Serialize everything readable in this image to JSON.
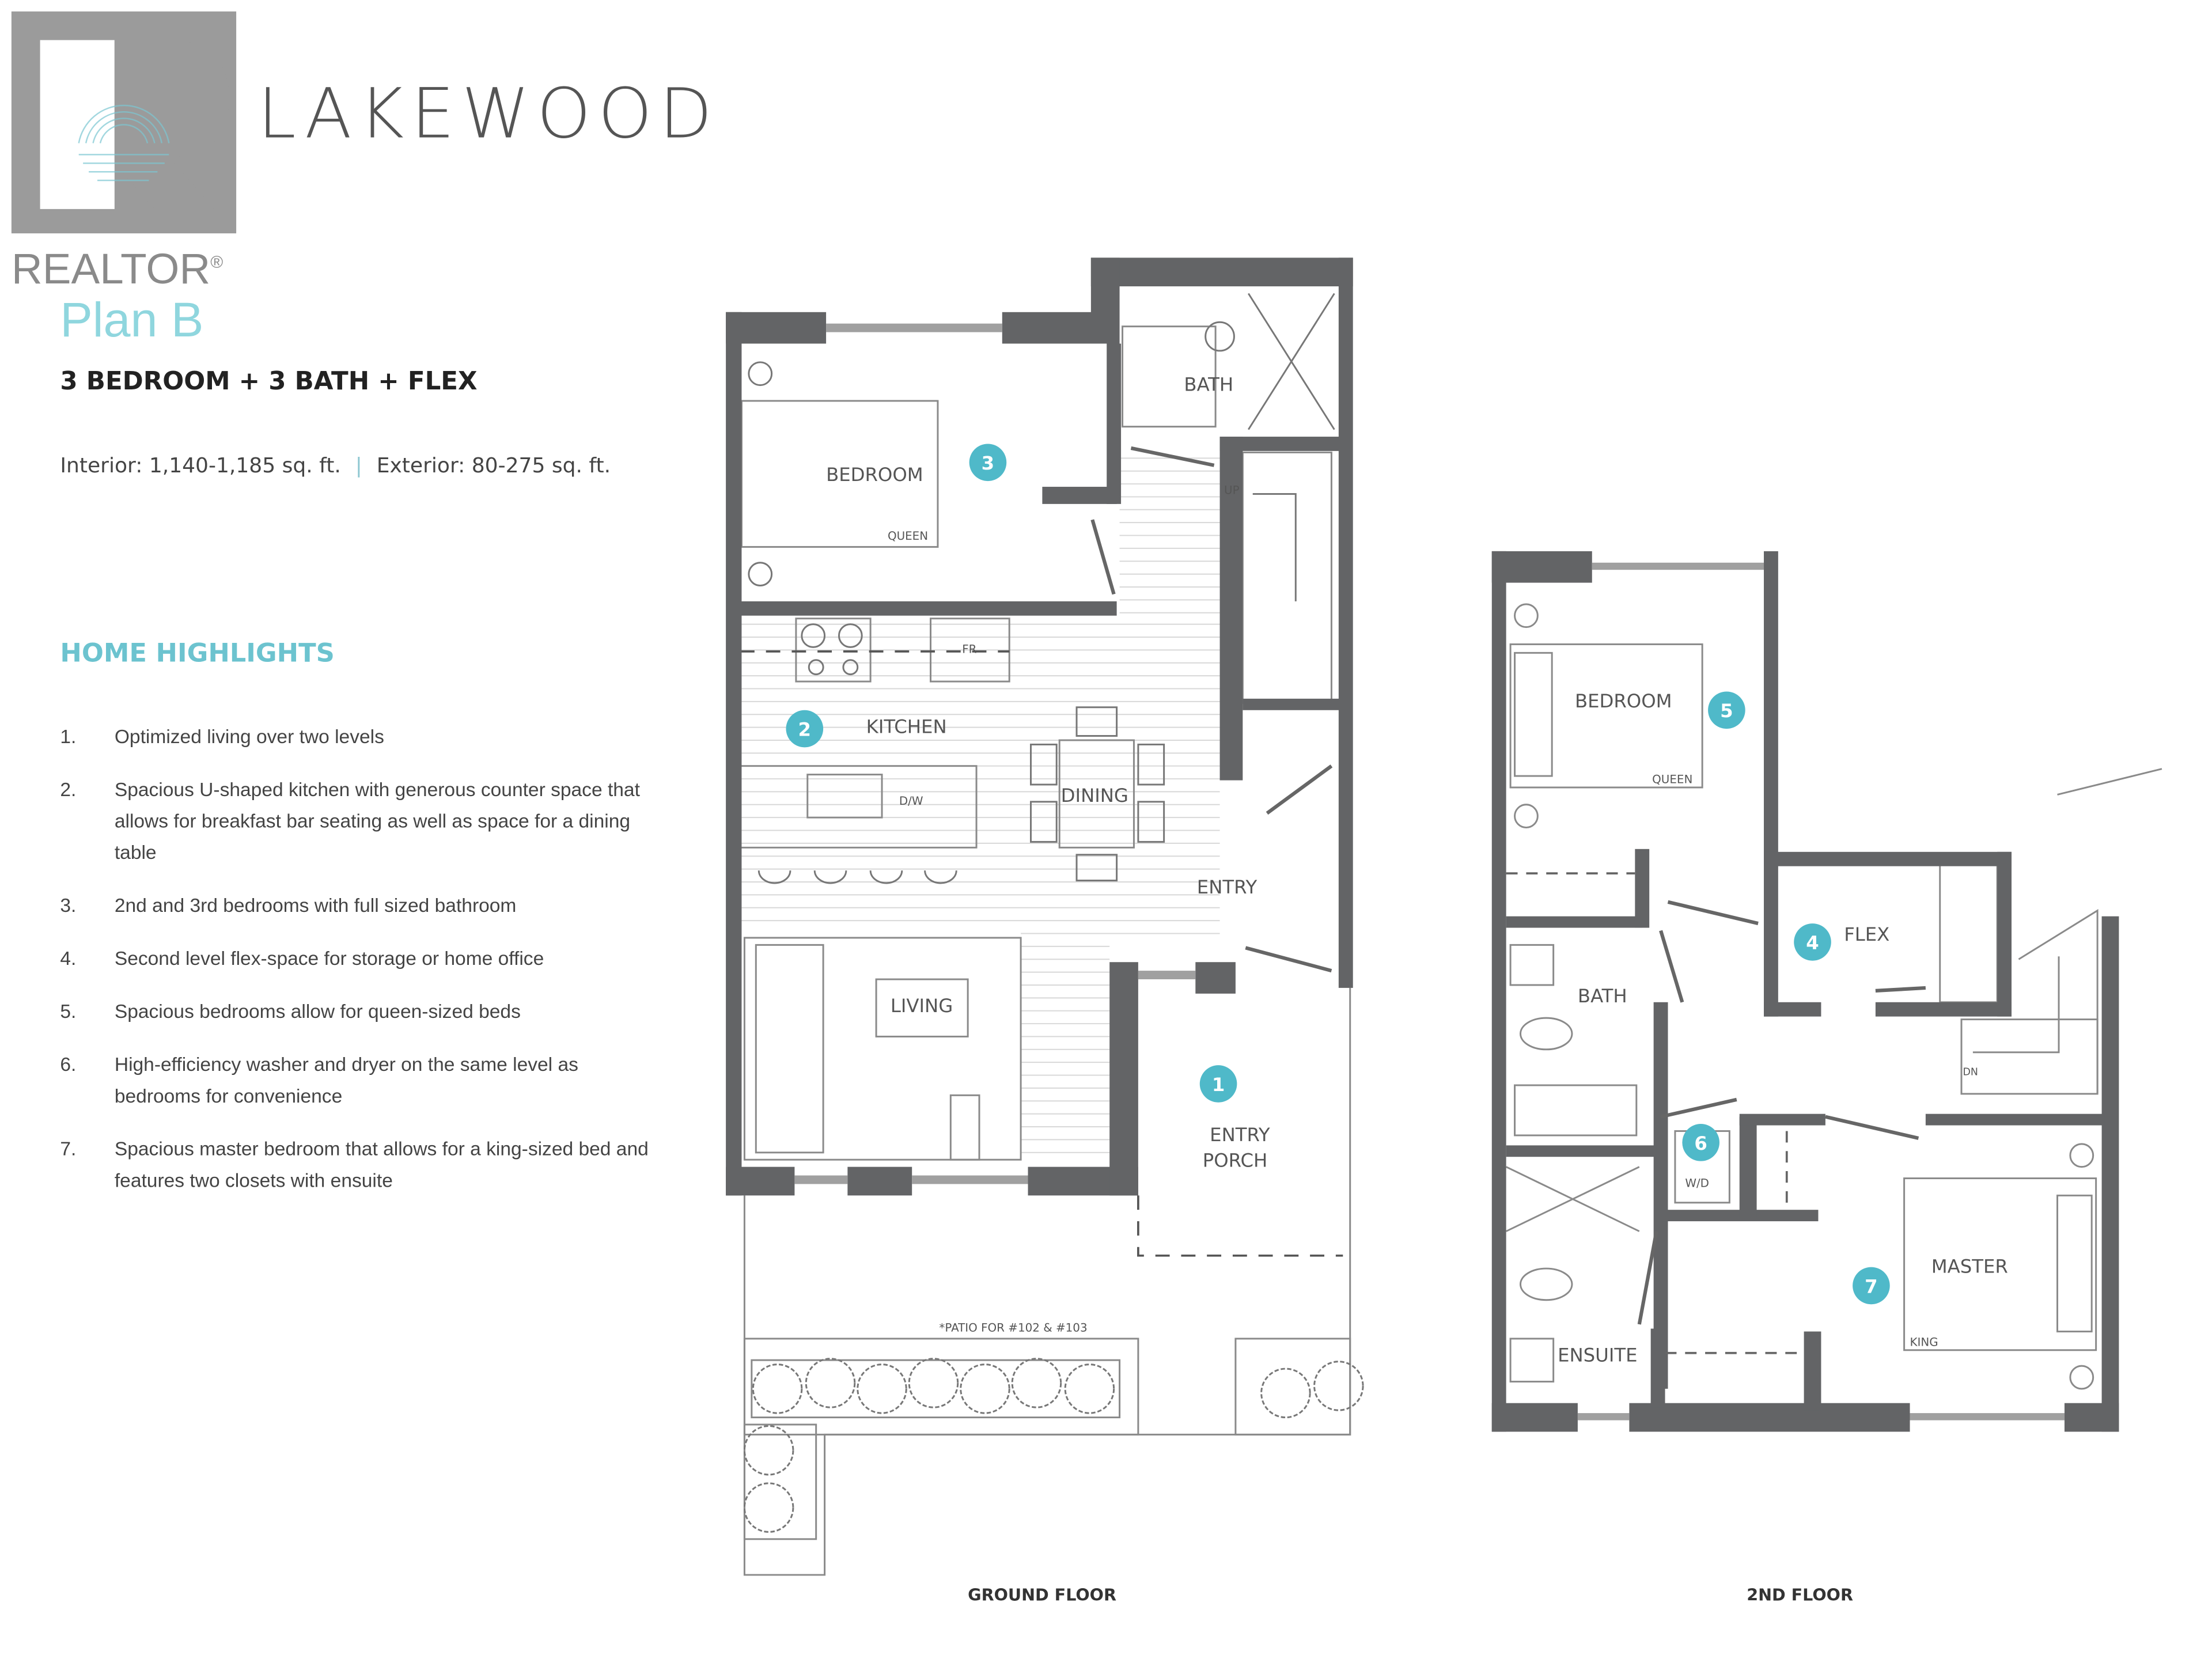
{
  "logo": {
    "realtor_text": "REALTOR",
    "registered": "®",
    "brand": "LAKEWOOD"
  },
  "header": {
    "plan_title": "Plan B",
    "subtitle": "3 BEDROOM + 3 BATH + FLEX",
    "interior": "Interior: 1,140-1,185 sq. ft.",
    "separator": "|",
    "exterior": "Exterior: 80-275 sq. ft."
  },
  "highlights": {
    "title": "HOME HIGHLIGHTS",
    "items": [
      {
        "num": "1.",
        "text": "Optimized living over two levels"
      },
      {
        "num": "2.",
        "text": "Spacious U-shaped kitchen with generous counter space that allows for breakfast bar seating as well as space for a dining table"
      },
      {
        "num": "3.",
        "text": "2nd and 3rd bedrooms with full sized bathroom"
      },
      {
        "num": "4.",
        "text": "Second level flex-space for storage or home office"
      },
      {
        "num": "5.",
        "text": "Spacious bedrooms allow for queen-sized beds"
      },
      {
        "num": "6.",
        "text": "High-efficiency washer and dryer on the same level as bedrooms for convenience"
      },
      {
        "num": "7.",
        "text": "Spacious master bedroom that allows for a king-sized bed and features two closets with ensuite"
      }
    ]
  },
  "ground_floor": {
    "label": "GROUND FLOOR",
    "rooms": {
      "bedroom": "BEDROOM",
      "queen": "QUEEN",
      "bath": "BATH",
      "up": "UP",
      "fr": "FR",
      "kitchen": "KITCHEN",
      "dw": "D/W",
      "dining": "DINING",
      "entry": "ENTRY",
      "living": "LIVING",
      "entry_porch_1": "ENTRY",
      "entry_porch_2": "PORCH",
      "patio_note": "*PATIO FOR #102 & #103"
    },
    "markers": [
      "1",
      "2",
      "3"
    ]
  },
  "second_floor": {
    "label": "2ND FLOOR",
    "rooms": {
      "bedroom": "BEDROOM",
      "queen": "QUEEN",
      "flex": "FLEX",
      "bath": "BATH",
      "dn": "DN",
      "wd": "W/D",
      "master": "MASTER",
      "king": "KING",
      "ensuite": "ENSUITE"
    },
    "markers": [
      "4",
      "5",
      "6",
      "7"
    ]
  },
  "colors": {
    "wall": "#636466",
    "accent": "#4fb9c9",
    "plan_title": "#8fd6de",
    "logo_gray": "#9b9b9b"
  }
}
